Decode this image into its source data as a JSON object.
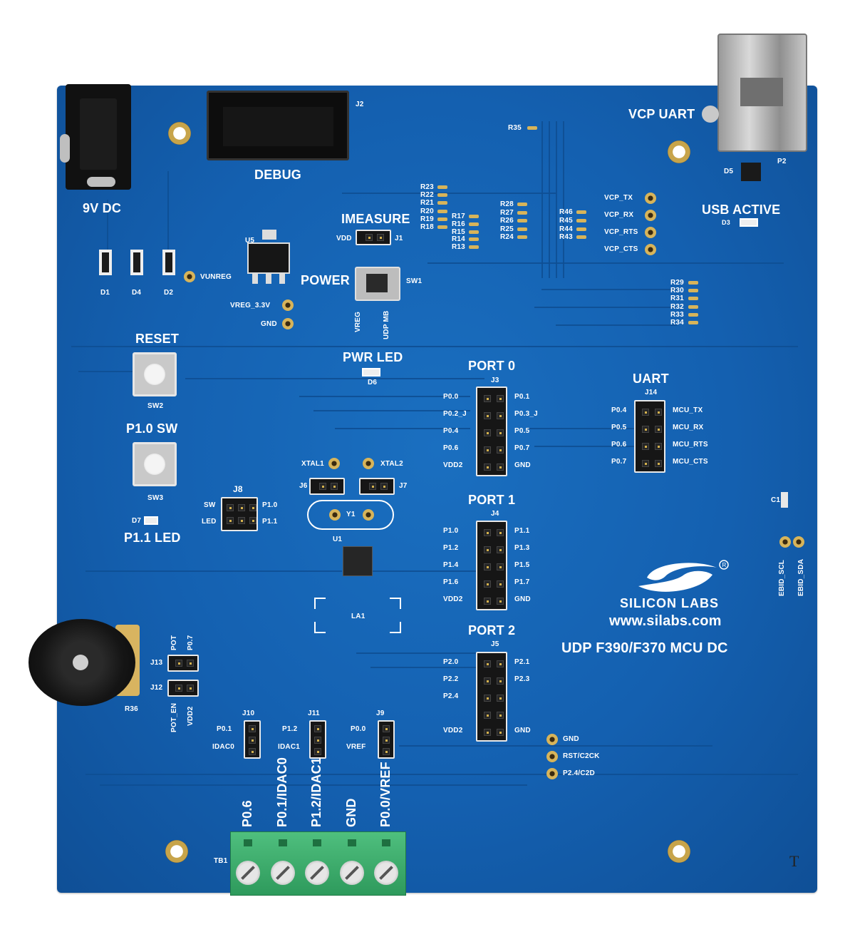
{
  "board": {
    "labels": {
      "power_jack": "9V DC",
      "debug": "DEBUG",
      "debug_ref": "J2",
      "vcp_uart": "VCP UART",
      "usb_active": "USB ACTIVE",
      "imeasure": "IMEASURE",
      "vdd": "VDD",
      "j1": "J1",
      "u5": "U5",
      "power": "POWER",
      "sw1": "SW1",
      "vreg_side": "VREG",
      "udp_mb_side": "UDP MB",
      "vreg_33": "VREG_3.3V",
      "gnd_tp": "GND",
      "vunreg": "VUNREG",
      "d1": "D1",
      "d4": "D4",
      "d2": "D2",
      "reset": "RESET",
      "sw2": "SW2",
      "p10_sw": "P1.0 SW",
      "sw3": "SW3",
      "d7": "D7",
      "p11_led": "P1.1 LED",
      "pwr_led": "PWR LED",
      "d6": "D6",
      "d5": "D5",
      "p2": "P2",
      "d3": "D3",
      "r35": "R35",
      "xtal1": "XTAL1",
      "xtal2": "XTAL2",
      "j6": "J6",
      "j7": "J7",
      "y1": "Y1",
      "u1": "U1",
      "la1": "LA1",
      "j8": "J8",
      "j8_sw": "SW",
      "j8_led": "LED",
      "j8_p10": "P1.0",
      "j8_p11": "P1.1",
      "c1": "C1",
      "ebid_scl": "EBID_SCL",
      "ebid_sda": "EBID_SDA",
      "brand": "SILICON LABS",
      "url": "www.silabs.com",
      "product": "UDP F390/F370 MCU DC",
      "r36": "R36",
      "j13": "J13",
      "j12": "J12",
      "pot": "POT",
      "p07": "P0.7",
      "pot_en": "POT_EN",
      "vdd2": "VDD2",
      "tb1": "TB1",
      "corner_mark": "T"
    },
    "resistors_top": [
      "R23",
      "R22",
      "R21",
      "R20",
      "R19",
      "R18"
    ],
    "resistors_mid": [
      "R17",
      "R16",
      "R15",
      "R14",
      "R13"
    ],
    "resistors_right": [
      "R28",
      "R27",
      "R26",
      "R25",
      "R24"
    ],
    "resistors_vcp": [
      "R46",
      "R45",
      "R44",
      "R43"
    ],
    "resistors_side": [
      "R29",
      "R30",
      "R31",
      "R32",
      "R33",
      "R34"
    ],
    "vcp_signals": [
      "VCP_TX",
      "VCP_RX",
      "VCP_RTS",
      "VCP_CTS"
    ],
    "port0": {
      "title": "PORT 0",
      "ref": "J3",
      "left": [
        "P0.0",
        "P0.2_J",
        "P0.4",
        "P0.6",
        "VDD2"
      ],
      "right": [
        "P0.1",
        "P0.3_J",
        "P0.5",
        "P0.7",
        "GND"
      ]
    },
    "port1": {
      "title": "PORT 1",
      "ref": "J4",
      "left": [
        "P1.0",
        "P1.2",
        "P1.4",
        "P1.6",
        "VDD2"
      ],
      "right": [
        "P1.1",
        "P1.3",
        "P1.5",
        "P1.7",
        "GND"
      ]
    },
    "port2": {
      "title": "PORT 2",
      "ref": "J5",
      "left": [
        "P2.0",
        "P2.2",
        "P2.4",
        "",
        "VDD2"
      ],
      "right": [
        "P2.1",
        "P2.3",
        "",
        "",
        "GND"
      ]
    },
    "uart": {
      "title": "UART",
      "ref": "J14",
      "left": [
        "P0.4",
        "P0.5",
        "P0.6",
        "P0.7"
      ],
      "right": [
        "MCU_TX",
        "MCU_RX",
        "MCU_RTS",
        "MCU_CTS"
      ]
    },
    "jumpers_bottom": [
      {
        "ref": "J10",
        "top": "P0.1",
        "bottom": "IDAC0"
      },
      {
        "ref": "J11",
        "top": "P1.2",
        "bottom": "IDAC1"
      },
      {
        "ref": "J9",
        "top": "P0.0",
        "bottom": "VREF"
      }
    ],
    "debug_pads": [
      "GND",
      "RST/C2CK",
      "P2.4/C2D"
    ],
    "terminal_block": [
      "P0.6",
      "P0.1/IDAC0",
      "P1.2/IDAC1",
      "GND",
      "P0.0/VREF"
    ],
    "colors": {
      "pcb": "#1460b0",
      "silkscreen": "#ffffff",
      "terminal_block": "#3fae6e",
      "gold": "#d7b45a"
    }
  }
}
